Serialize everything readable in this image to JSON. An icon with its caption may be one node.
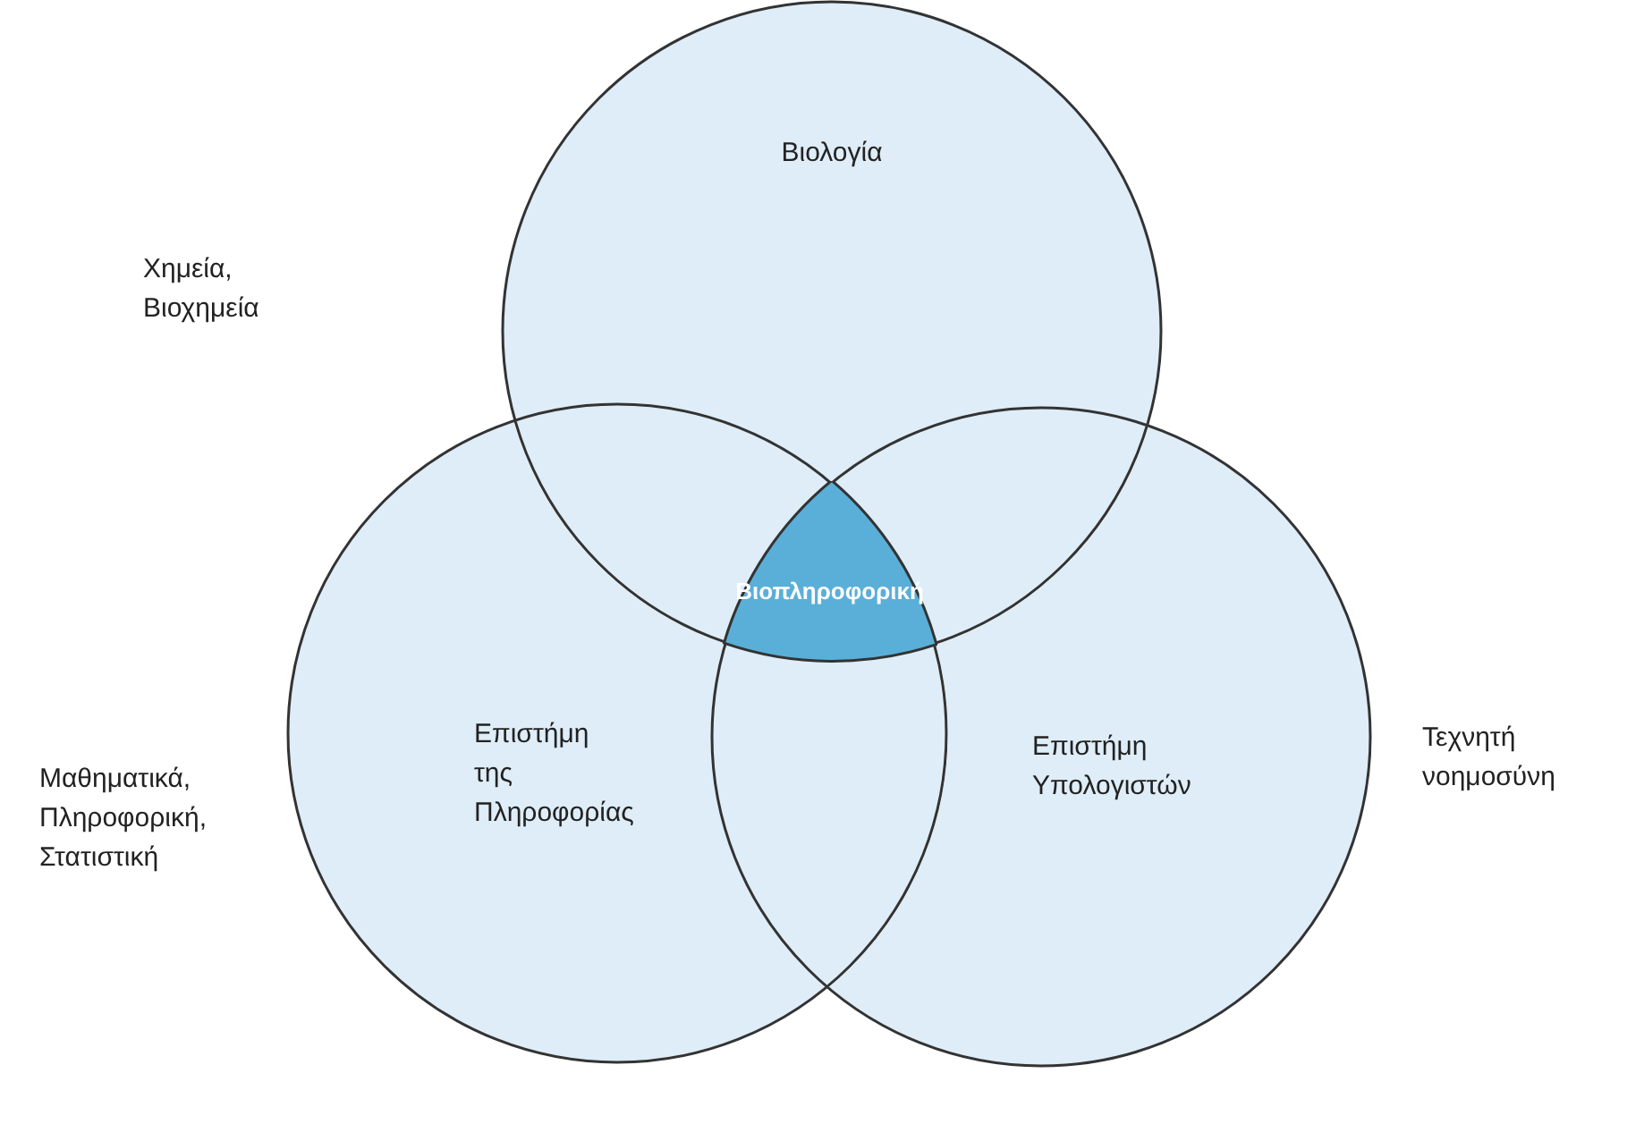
{
  "diagram": {
    "nodes": [
      {
        "text": [
          "Βιολογία"
        ]
      },
      {
        "text": [
          "Επιστήμη της Πληροφορίας"
        ]
      },
      {
        "text": [
          "Επιστήμη Υπολογιστών"
        ]
      },
      {
        "text": [
          "Βιοπληροφορική"
        ]
      }
    ],
    "edges": [],
    "labels": [
      "Χημεία, Βιοχημεία",
      "Μαθηματικά, Πληροφορική, Στατιστική",
      "Τεχνητή νοημοσύνη"
    ]
  }
}
